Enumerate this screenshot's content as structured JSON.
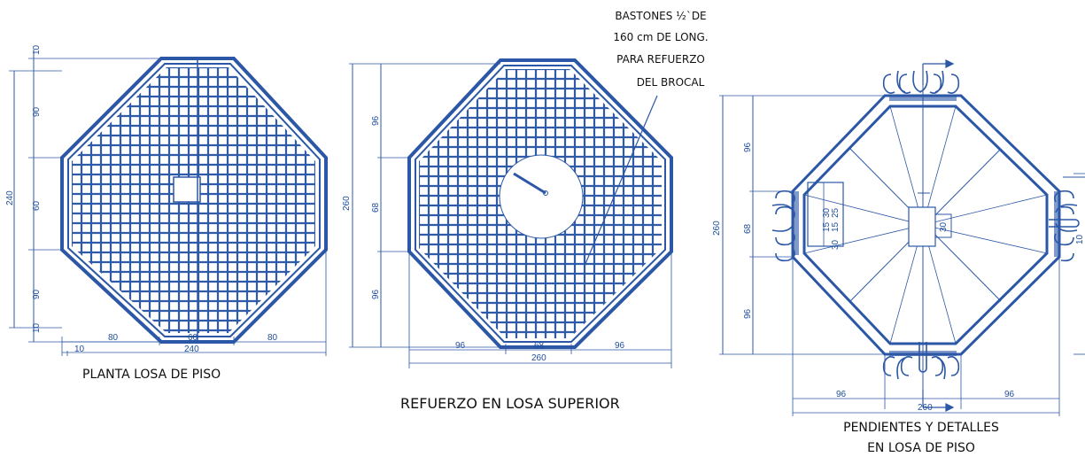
{
  "colors": {
    "line": "#2b57a6",
    "grid": "#2f5aa8",
    "fill_light": "#dfe6f4",
    "text": "#111111"
  },
  "captions": {
    "planta_losa": "PLANTA LOSA DE PISO",
    "refuerzo_losa": "REFUERZO EN LOSA SUPERIOR",
    "pendientes_line1": "PENDIENTES Y DETALLES",
    "pendientes_line2": "EN LOSA DE PISO"
  },
  "note": {
    "line1": "BASTONES ½`DE",
    "line2": "160 cm DE LONG.",
    "line3": "PARA REFUERZO",
    "line4": "DEL BROCAL"
  },
  "dims": {
    "p1_left_top": "10",
    "p1_left_90a": "90",
    "p1_left_total": "240",
    "p1_left_60": "60",
    "p1_left_90b": "90",
    "p1_left_bottom": "10",
    "p1_bottom_80a": "80",
    "p1_bottom_60": "60",
    "p1_bottom_80b": "80",
    "p1_bottom_10": "10",
    "p1_bottom_240": "240",
    "p2_left_total": "260",
    "p2_left_96a": "96",
    "p2_left_68": "68",
    "p2_left_96b": "96",
    "p2_bottom_96a": "96",
    "p2_bottom_68": "68",
    "p2_bottom_96b": "96",
    "p2_bottom_260": "260",
    "p3_left_total": "260",
    "p3_left_96a": "96",
    "p3_left_68": "68",
    "p3_left_96b": "96",
    "p3_bottom_96a": "96",
    "p3_bottom_96b": "96",
    "p3_bottom_260": "260",
    "p3_center_30": "30",
    "p3_left_detail_30a": "30",
    "p3_left_detail_15": "15",
    "p3_left_detail_25": "25",
    "p3_left_detail_30b": "30",
    "p3_left_detail_15b": "15",
    "p3_right_edge": "10"
  }
}
